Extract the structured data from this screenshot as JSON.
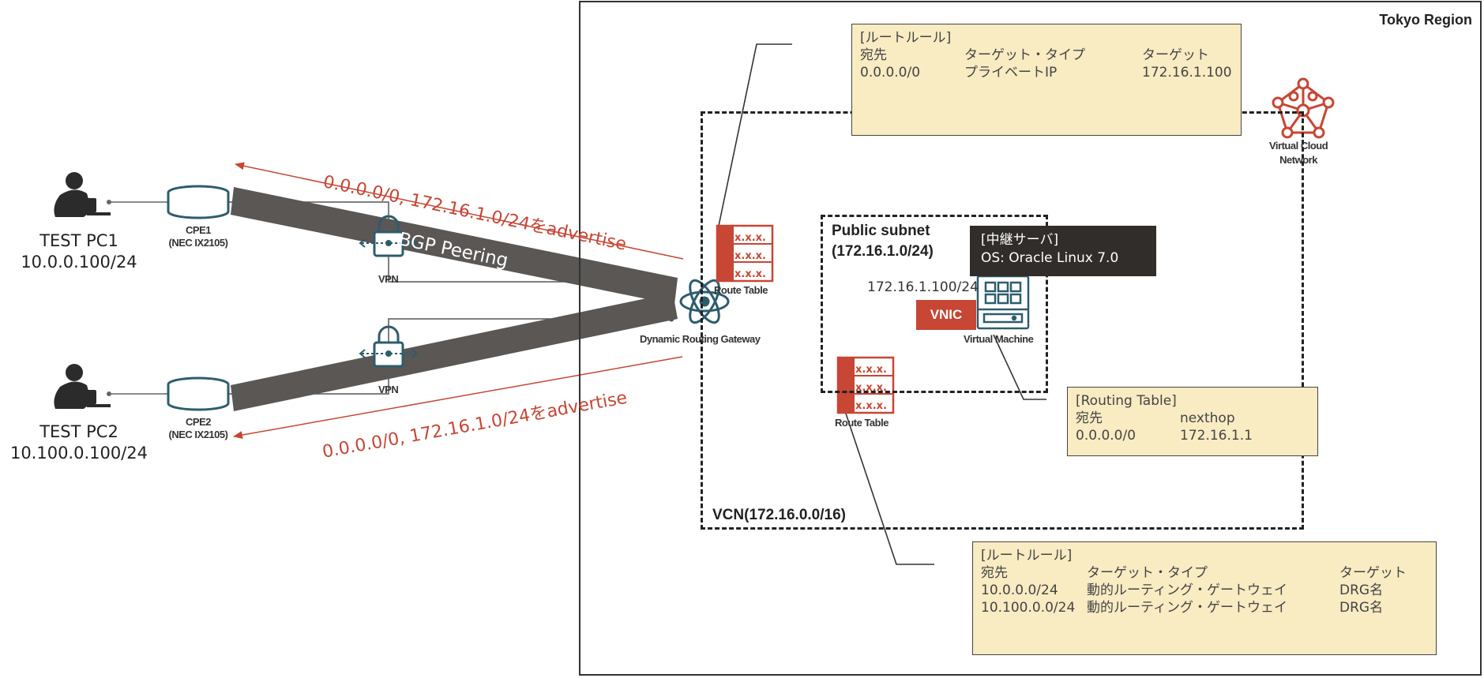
{
  "region": {
    "label": "Tokyo Region"
  },
  "vcn": {
    "label": "VCN(172.16.0.0/16)",
    "icon_label_line1": "Virtual Cloud",
    "icon_label_line2": "Network"
  },
  "subnet": {
    "label_line1": "Public subnet",
    "label_line2": "(172.16.1.0/24)"
  },
  "drg": {
    "label": "Dynamic Routing Gateway"
  },
  "route_tables": [
    {
      "label": "Route Table",
      "cell": "x.x.x."
    },
    {
      "label": "Route Table",
      "cell": "x.x.x."
    }
  ],
  "vm": {
    "label": "Virtual Machine",
    "ip": "172.16.1.100/24",
    "vnic": "VNIC",
    "note_title": "[中継サーバ]",
    "note_os": "OS: Oracle Linux 7.0"
  },
  "drg_route_rules": {
    "title": "[ルートルール]",
    "headers": [
      "宛先",
      "ターゲット・タイプ",
      "ターゲット"
    ],
    "rows": [
      [
        "0.0.0.0/0",
        "プライベートIP",
        "172.16.1.100"
      ]
    ]
  },
  "subnet_route_rules": {
    "title": "[ルートルール]",
    "headers": [
      "宛先",
      "ターゲット・タイプ",
      "ターゲット"
    ],
    "rows": [
      [
        "10.0.0.0/24",
        "動的ルーティング・ゲートウェイ",
        "DRG名"
      ],
      [
        "10.100.0.0/24",
        "動的ルーティング・ゲートウェイ",
        "DRG名"
      ]
    ]
  },
  "vm_routing_table": {
    "title": "[Routing Table]",
    "headers": [
      "宛先",
      "nexthop"
    ],
    "rows": [
      [
        "0.0.0.0/0",
        "172.16.1.1"
      ]
    ]
  },
  "sites": [
    {
      "pc_name": "TEST PC1",
      "pc_ip": "10.0.0.100/24",
      "cpe_name": "CPE1",
      "cpe_model": "(NEC IX2105)",
      "vpn_label": "VPN",
      "bgp_label": "BGP Peering",
      "advertise": "0.0.0.0/0, 172.16.1.0/24をadvertise"
    },
    {
      "pc_name": "TEST PC2",
      "pc_ip": "10.100.0.100/24",
      "cpe_name": "CPE2",
      "cpe_model": "(NEC IX2105)",
      "vpn_label": "VPN",
      "bgp_label": "BGP Peering",
      "advertise": "0.0.0.0/0, 172.16.1.0/24をadvertise"
    }
  ],
  "colors": {
    "oracle_red": "#c74634",
    "teal": "#2e5c6e",
    "note_fill": "#f9ebc2",
    "tunnel": "#5a5755",
    "dark_note": "#312d2a"
  }
}
